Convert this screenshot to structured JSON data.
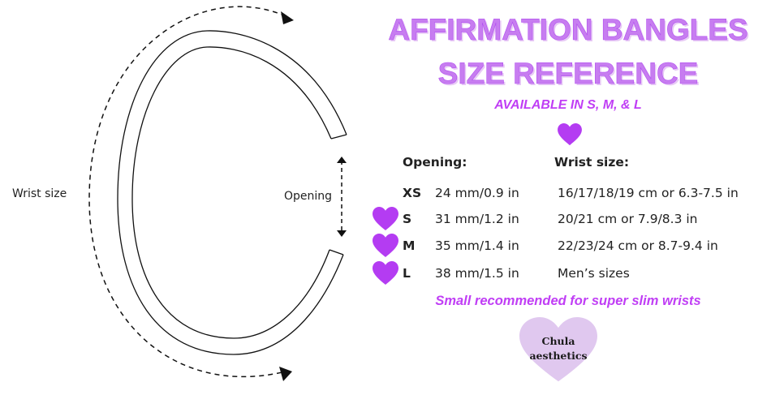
{
  "diagram": {
    "wrist_label": "Wrist size",
    "opening_label": "Opening"
  },
  "header": {
    "title_line1": "AFFIRMATION BANGLES",
    "title_line2": "SIZE REFERENCE",
    "subtitle": "AVAILABLE IN S, M, & L"
  },
  "table": {
    "headers": {
      "opening": "Opening:",
      "wrist": "Wrist size:"
    },
    "rows": [
      {
        "size": "XS",
        "opening": "24 mm/0.9 in",
        "wrist": "16/17/18/19 cm or 6.3-7.5 in",
        "available": false
      },
      {
        "size": "S",
        "opening": "31 mm/1.2 in",
        "wrist": "20/21 cm or 7.9/8.3 in",
        "available": true
      },
      {
        "size": "M",
        "opening": "35 mm/1.4 in",
        "wrist": "22/23/24 cm or 8.7-9.4 in",
        "available": true
      },
      {
        "size": "L",
        "opening": "38 mm/1.5 in",
        "wrist": "Men’s sizes",
        "available": true
      }
    ]
  },
  "note": "Small recommended for super slim wrists",
  "logo": {
    "line1": "Chula",
    "line2": "aesthetics"
  },
  "colors": {
    "accent": "#c03ef5",
    "heart": "#b43cf2",
    "title_fill": "#c77df0",
    "title_shadow": "#e7c9f5",
    "logo_heart": "#e0c8ef"
  }
}
